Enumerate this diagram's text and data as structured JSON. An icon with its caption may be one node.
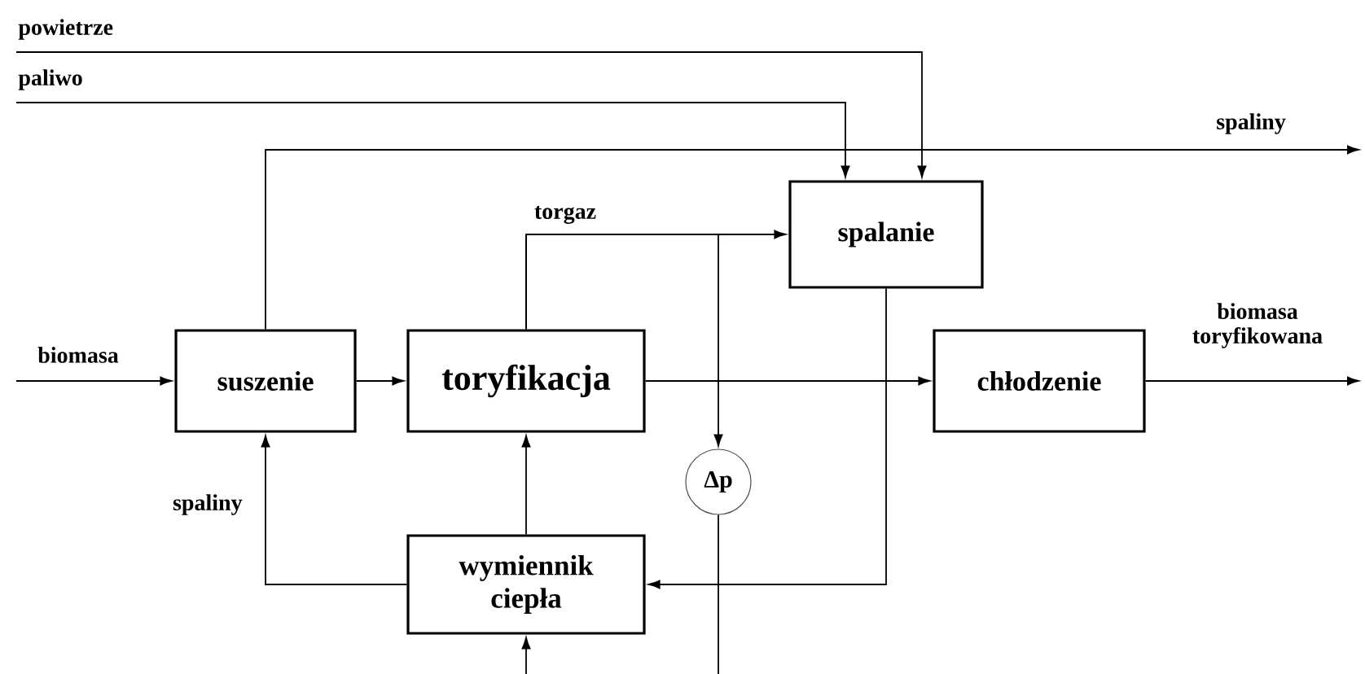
{
  "diagram": {
    "nodes": [
      {
        "text": [
          "suszenie"
        ]
      },
      {
        "text": [
          "toryfikacja"
        ]
      },
      {
        "text": [
          "spalanie"
        ]
      },
      {
        "text": [
          "chłodzenie"
        ]
      },
      {
        "text": [
          "wymiennik ciepła"
        ]
      },
      {
        "text": [
          "Δp"
        ]
      }
    ],
    "edges": [
      {
        "from": null,
        "to": 0,
        "arrow": "to",
        "label": "biomasa"
      },
      {
        "from": 0,
        "to": 1,
        "arrow": "to"
      },
      {
        "from": 1,
        "to": 3,
        "arrow": "to"
      },
      {
        "from": 3,
        "to": null,
        "arrow": "to",
        "label": "biomasa toryfikowana"
      },
      {
        "from": null,
        "to": 2,
        "arrow": "to",
        "label": "powietrze"
      },
      {
        "from": null,
        "to": 2,
        "arrow": "to",
        "label": "paliwo"
      },
      {
        "from": 0,
        "to": null,
        "arrow": "to",
        "label": "spaliny"
      },
      {
        "from": 1,
        "to": 2,
        "arrow": "to",
        "label": "torgaz"
      },
      {
        "from": 1,
        "to": 5,
        "arrow": "to"
      },
      {
        "from": 5,
        "to": null,
        "arrow": "none"
      },
      {
        "from": 2,
        "to": 4,
        "arrow": "to"
      },
      {
        "from": 4,
        "to": 0,
        "arrow": "to",
        "label": "spaliny"
      },
      {
        "from": 4,
        "to": 1,
        "arrow": "to"
      },
      {
        "from": null,
        "to": 4,
        "arrow": "to"
      }
    ]
  }
}
